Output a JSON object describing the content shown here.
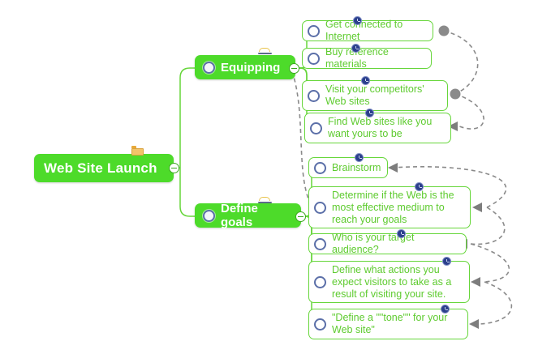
{
  "app": {
    "type": "mindmap",
    "background": "#ffffff",
    "accent_green": "#4ddb2a",
    "leaf_border": "#66d63a",
    "leaf_text": "#5ecb2f",
    "relation_color": "#8a8a8a",
    "marker_color": "#2b3f8c"
  },
  "root": {
    "label": "Web Site Launch",
    "icon": "folder-icon",
    "collapse": "collapse-minus-icon"
  },
  "branches": [
    {
      "id": "equipping",
      "label": "Equipping",
      "bullet": "circle-bullet-icon",
      "marker": "note-marker-icon",
      "collapse": "collapse-minus-icon",
      "children": [
        {
          "label": "Get connected to Internet",
          "bullet": "ring-bullet-icon",
          "marker": "clock-icon"
        },
        {
          "label": "Buy reference materials",
          "bullet": "ring-bullet-icon",
          "marker": "clock-icon"
        },
        {
          "label": "Visit your competitors' Web sites",
          "bullet": "ring-bullet-icon",
          "marker": "clock-icon"
        },
        {
          "label": "Find Web sites like you want yours to be",
          "bullet": "ring-bullet-icon",
          "marker": "clock-icon"
        }
      ]
    },
    {
      "id": "define-goals",
      "label": "Define goals",
      "bullet": "circle-bullet-icon",
      "marker": "note-marker-icon",
      "collapse": "collapse-minus-icon",
      "children": [
        {
          "label": "Brainstorm",
          "bullet": "ring-bullet-icon",
          "marker": "clock-icon"
        },
        {
          "label": "Determine if the Web is the most effective medium to reach your goals",
          "bullet": "ring-bullet-icon",
          "marker": "clock-icon"
        },
        {
          "label": "Who is your target audience?",
          "bullet": "ring-bullet-icon",
          "marker": "clock-icon"
        },
        {
          "label": "Define what actions you expect visitors to take as a result of visiting your site.",
          "bullet": "ring-bullet-icon",
          "marker": "clock-icon"
        },
        {
          "label": "\"Define a \"\"tone\"\" for your Web site\"",
          "bullet": "ring-bullet-icon",
          "marker": "clock-icon"
        }
      ]
    }
  ],
  "relationships": [
    {
      "from": "Get connected to Internet",
      "to": "Visit your competitors' Web sites",
      "style": "dashed"
    },
    {
      "from": "Visit your competitors' Web sites",
      "to": "Find Web sites like you want yours to be",
      "style": "dashed"
    },
    {
      "from": "Equipping",
      "to": "Determine if the Web is the most effective medium to reach your goals",
      "style": "dashed"
    },
    {
      "from": "Determine if the Web is the most effective medium to reach your goals",
      "to": "Brainstorm",
      "style": "dashed"
    },
    {
      "from": "Who is your target audience?",
      "to": "Who is your target audience?",
      "style": "dashed"
    },
    {
      "from": "Define what actions you expect visitors to take as a result of visiting your site.",
      "to": "Define what actions you expect visitors to take as a result of visiting your site.",
      "style": "dashed"
    },
    {
      "from": "\"Define a \"\"tone\"\" for your Web site\"",
      "to": "\"Define a \"\"tone\"\" for your Web site\"",
      "style": "dashed"
    }
  ]
}
